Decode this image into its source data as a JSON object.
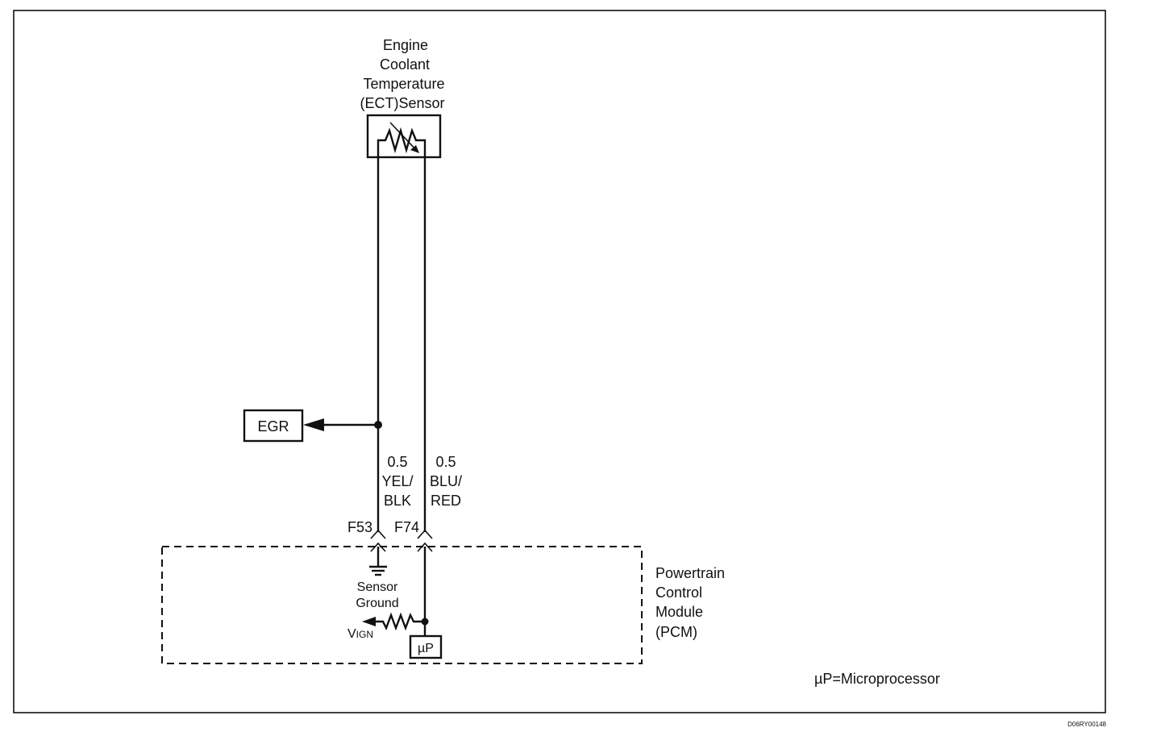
{
  "sensor": {
    "lines": [
      "Engine",
      "Coolant",
      "Temperature",
      "(ECT)Sensor"
    ]
  },
  "egr_label": "EGR",
  "wire_left": {
    "gauge": "0.5",
    "color_top": "YEL/",
    "color_bottom": "BLK",
    "terminal": "F53"
  },
  "wire_right": {
    "gauge": "0.5",
    "color_top": "BLU/",
    "color_bottom": "RED",
    "terminal": "F74"
  },
  "pcm": {
    "lines": [
      "Powertrain",
      "Control",
      "Module",
      "(PCM)"
    ]
  },
  "sensor_ground": {
    "line1": "Sensor",
    "line2": "Ground"
  },
  "vign": {
    "main": "V",
    "sub": "IGN"
  },
  "micro_box": "µP",
  "legend": "µP=Microprocessor",
  "doc_code": "D06RY00148"
}
